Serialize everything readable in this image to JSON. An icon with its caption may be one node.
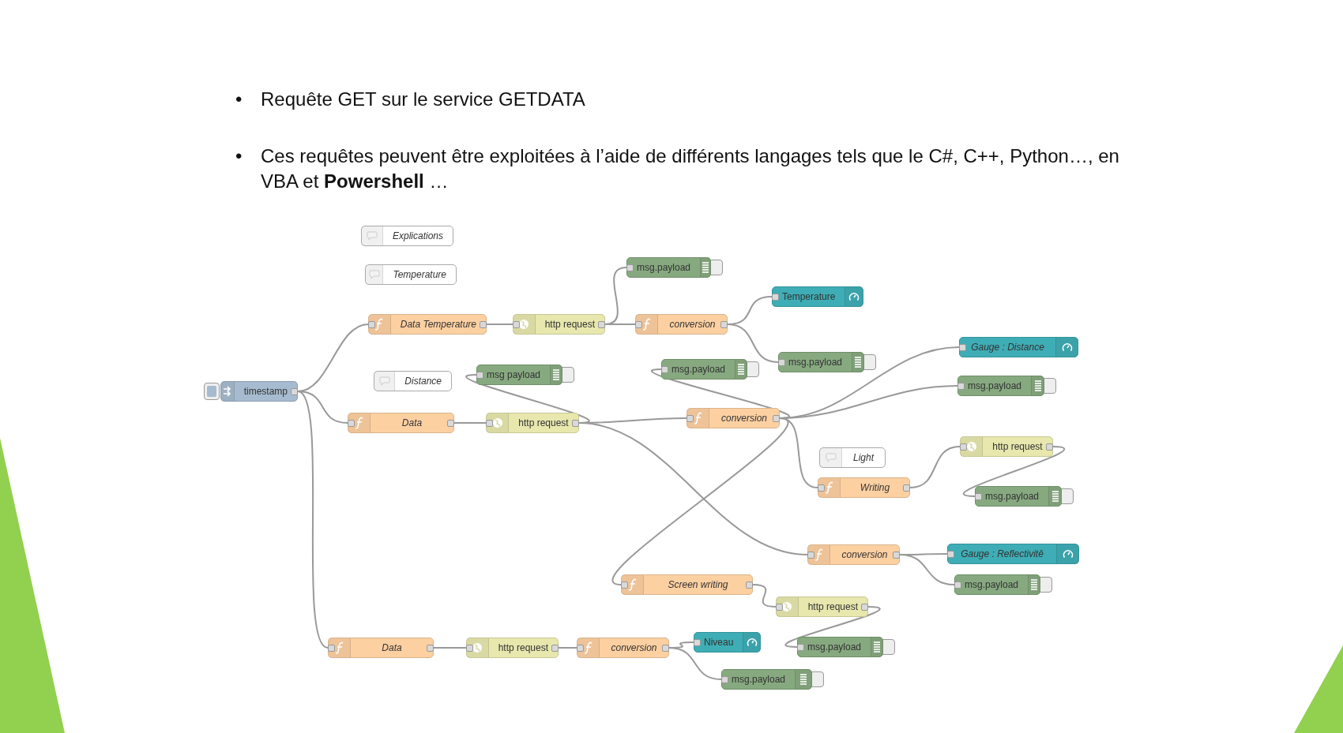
{
  "diagram": {
    "nodes": [
      {
        "text": [
          "Explications"
        ]
      },
      {
        "text": [
          "Temperature"
        ]
      },
      {
        "text": [
          "timestamp"
        ]
      },
      {
        "text": [
          "Data Temperature"
        ]
      },
      {
        "text": [
          "http request"
        ]
      },
      {
        "text": [
          "msg.payload"
        ]
      },
      {
        "text": [
          "conversion"
        ]
      },
      {
        "text": [
          "Temperature"
        ]
      },
      {
        "text": [
          "msg.payload"
        ]
      },
      {
        "text": [
          "Distance"
        ]
      },
      {
        "text": [
          "msg payload"
        ]
      },
      {
        "text": [
          "Data"
        ]
      },
      {
        "text": [
          "http request"
        ]
      },
      {
        "text": [
          "msg.payload"
        ]
      },
      {
        "text": [
          "conversion"
        ]
      },
      {
        "text": [
          "Gauge : Distance"
        ]
      },
      {
        "text": [
          "msg.payload"
        ]
      },
      {
        "text": [
          "Light"
        ]
      },
      {
        "text": [
          "Writing"
        ]
      },
      {
        "text": [
          "http request"
        ]
      },
      {
        "text": [
          "msg.payload"
        ]
      },
      {
        "text": [
          "conversion"
        ]
      },
      {
        "text": [
          "Gauge : Reflectivitě"
        ]
      },
      {
        "text": [
          "msg.payload"
        ]
      },
      {
        "text": [
          "Screen writing"
        ]
      },
      {
        "text": [
          "http request"
        ]
      },
      {
        "text": [
          "msg.payload"
        ]
      },
      {
        "text": [
          "Data"
        ]
      },
      {
        "text": [
          "http request"
        ]
      },
      {
        "text": [
          "conversion"
        ]
      },
      {
        "text": [
          "Niveau"
        ]
      },
      {
        "text": [
          "msg.payload"
        ]
      }
    ],
    "edges": [
      {
        "from": 2,
        "to": 3,
        "arrow": "none"
      },
      {
        "from": 2,
        "to": 11,
        "arrow": "none"
      },
      {
        "from": 2,
        "to": 27,
        "arrow": "none"
      },
      {
        "from": 3,
        "to": 4,
        "arrow": "none"
      },
      {
        "from": 4,
        "to": 5,
        "arrow": "none"
      },
      {
        "from": 4,
        "to": 6,
        "arrow": "none"
      },
      {
        "from": 6,
        "to": 7,
        "arrow": "none"
      },
      {
        "from": 6,
        "to": 8,
        "arrow": "none"
      },
      {
        "from": 11,
        "to": 12,
        "arrow": "none"
      },
      {
        "from": 12,
        "to": 10,
        "arrow": "none"
      },
      {
        "from": 12,
        "to": 14,
        "arrow": "none"
      },
      {
        "from": 12,
        "to": 21,
        "arrow": "none"
      },
      {
        "from": 14,
        "to": 13,
        "arrow": "none"
      },
      {
        "from": 14,
        "to": 15,
        "arrow": "none"
      },
      {
        "from": 14,
        "to": 16,
        "arrow": "none"
      },
      {
        "from": 14,
        "to": 18,
        "arrow": "none"
      },
      {
        "from": 14,
        "to": 24,
        "arrow": "none"
      },
      {
        "from": 18,
        "to": 19,
        "arrow": "none"
      },
      {
        "from": 19,
        "to": 20,
        "arrow": "none"
      },
      {
        "from": 21,
        "to": 22,
        "arrow": "none"
      },
      {
        "from": 21,
        "to": 23,
        "arrow": "none"
      },
      {
        "from": 24,
        "to": 25,
        "arrow": "none"
      },
      {
        "from": 25,
        "to": 26,
        "arrow": "none"
      },
      {
        "from": 27,
        "to": 28,
        "arrow": "none"
      },
      {
        "from": 28,
        "to": 29,
        "arrow": "none"
      },
      {
        "from": 29,
        "to": 30,
        "arrow": "none"
      },
      {
        "from": 29,
        "to": 31,
        "arrow": "none"
      }
    ],
    "labels": [
      "•",
      "Requête GET sur le service GETDATA",
      "•",
      "Ces requêtes peuvent être exploitées à l’aide de différents langages tels que le C#, C++, Python…, en VBA et **Powershell** …"
    ]
  }
}
